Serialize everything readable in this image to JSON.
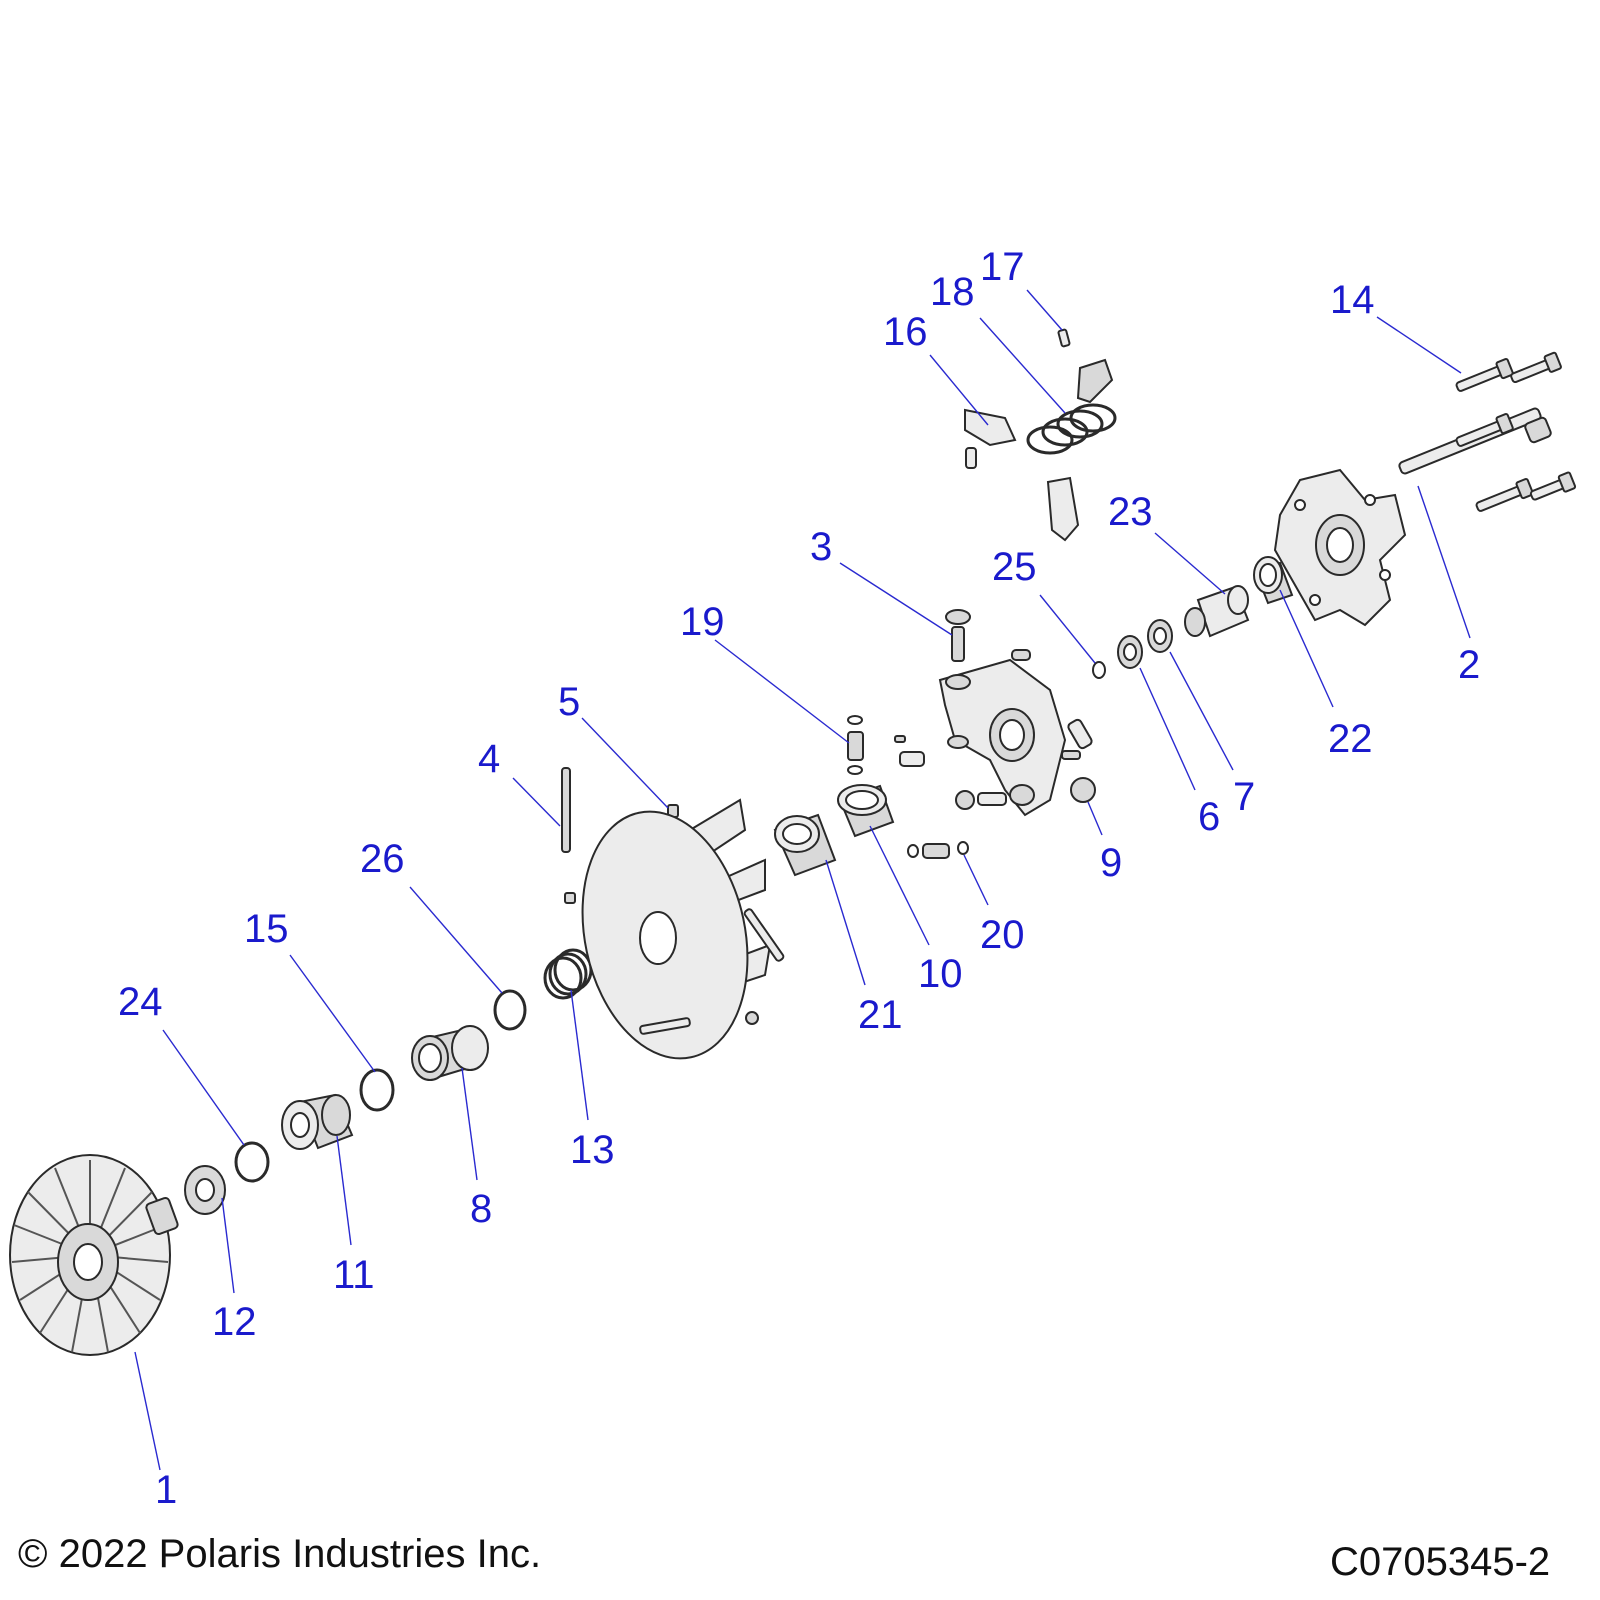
{
  "callouts": [
    {
      "id": "1",
      "text": "1"
    },
    {
      "id": "2",
      "text": "2"
    },
    {
      "id": "3",
      "text": "3"
    },
    {
      "id": "4",
      "text": "4"
    },
    {
      "id": "5",
      "text": "5"
    },
    {
      "id": "6",
      "text": "6"
    },
    {
      "id": "7",
      "text": "7"
    },
    {
      "id": "8",
      "text": "8"
    },
    {
      "id": "9",
      "text": "9"
    },
    {
      "id": "10",
      "text": "10"
    },
    {
      "id": "11",
      "text": "11"
    },
    {
      "id": "12",
      "text": "12"
    },
    {
      "id": "13",
      "text": "13"
    },
    {
      "id": "14",
      "text": "14"
    },
    {
      "id": "15",
      "text": "15"
    },
    {
      "id": "16",
      "text": "16"
    },
    {
      "id": "17",
      "text": "17"
    },
    {
      "id": "18",
      "text": "18"
    },
    {
      "id": "19",
      "text": "19"
    },
    {
      "id": "20",
      "text": "20"
    },
    {
      "id": "21",
      "text": "21"
    },
    {
      "id": "22",
      "text": "22"
    },
    {
      "id": "23",
      "text": "23"
    },
    {
      "id": "24",
      "text": "24"
    },
    {
      "id": "25",
      "text": "25"
    },
    {
      "id": "26",
      "text": "26"
    }
  ],
  "footer": {
    "copyright": "© 2022 Polaris Industries Inc.",
    "figure_id": "C0705345-2"
  },
  "colors": {
    "callout": "#1a1acc",
    "leader": "#2a2ad0",
    "part_fill": "#d9d9d9",
    "outline": "#2a2a2a"
  }
}
